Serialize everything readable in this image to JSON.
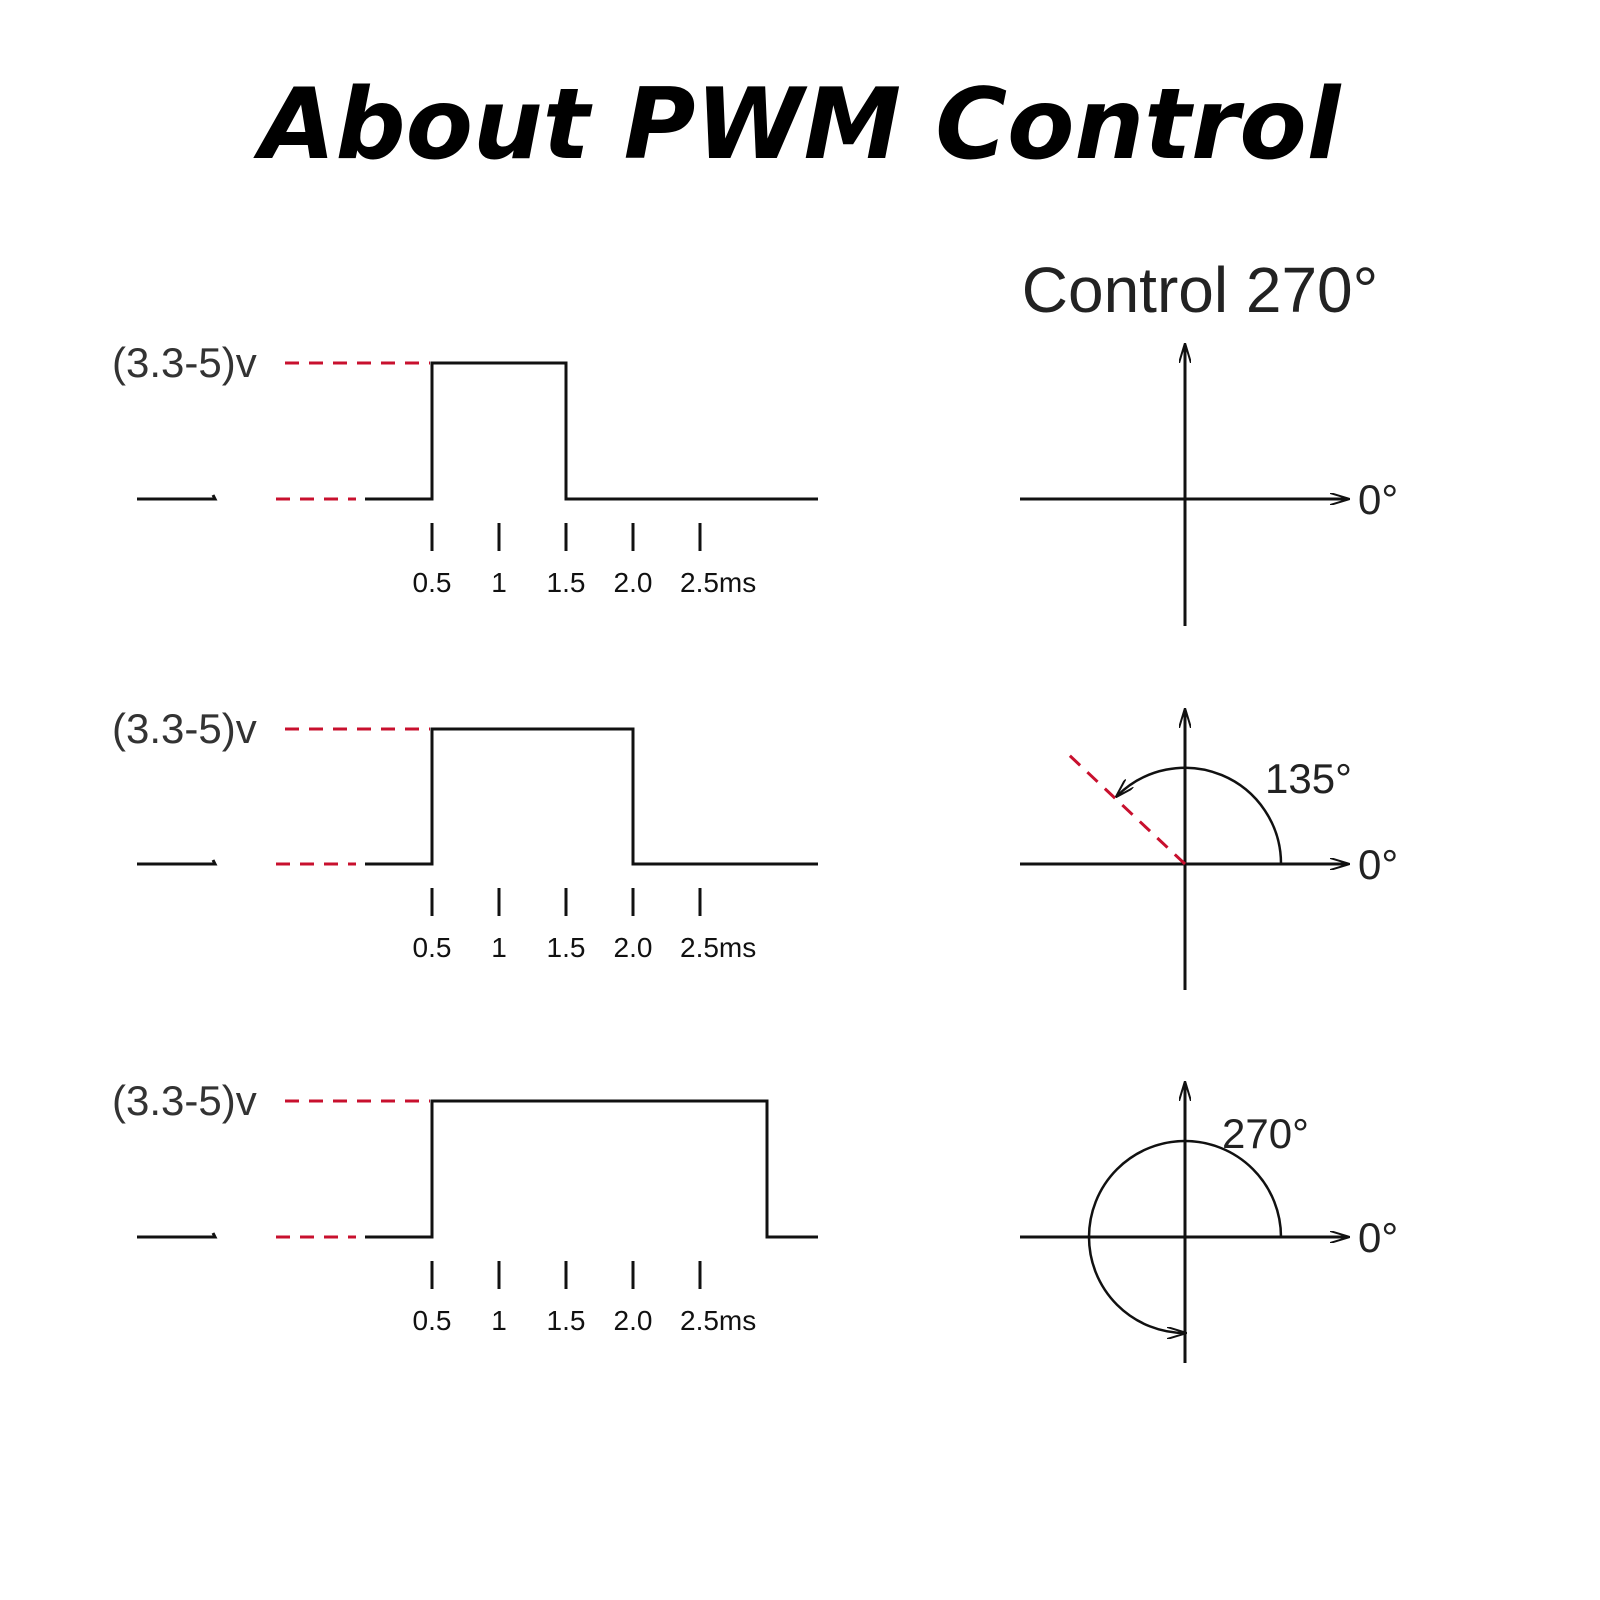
{
  "title": "About PWM Control",
  "subtitle": "Control 270°",
  "colors": {
    "signal": "#111111",
    "reference_dash": "#c8102e"
  },
  "panels": [
    {
      "voltage_label": "(3.3-5)v",
      "pulse_width_ms": 1.0,
      "tick_labels": [
        "0.5",
        "1",
        "1.5",
        "2.0",
        "2.5ms"
      ],
      "angle_deg": 0,
      "angle_label": "",
      "zero_label": "0°"
    },
    {
      "voltage_label": "(3.3-5)v",
      "pulse_width_ms": 1.5,
      "tick_labels": [
        "0.5",
        "1",
        "1.5",
        "2.0",
        "2.5ms"
      ],
      "angle_deg": 135,
      "angle_label": "135°",
      "zero_label": "0°"
    },
    {
      "voltage_label": "(3.3-5)v",
      "pulse_width_ms": 2.5,
      "tick_labels": [
        "0.5",
        "1",
        "1.5",
        "2.0",
        "2.5ms"
      ],
      "angle_deg": 270,
      "angle_label": "270°",
      "zero_label": "0°"
    }
  ]
}
